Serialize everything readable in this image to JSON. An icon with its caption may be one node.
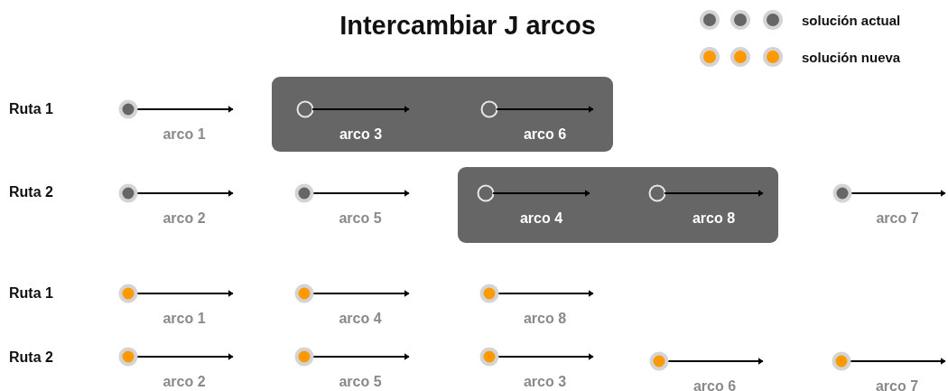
{
  "diagram": {
    "title": "Intercambiar J arcos",
    "nodes": [
      {
        "text": [],
        "shape": "circle"
      },
      {
        "text": [],
        "shape": "box"
      },
      {
        "text": [],
        "shape": "ring",
        "in": 1
      },
      {
        "text": [],
        "shape": "ring",
        "in": 1
      },
      {
        "text": [],
        "shape": "circle"
      },
      {
        "text": [],
        "shape": "circle"
      },
      {
        "text": [],
        "shape": "box"
      },
      {
        "text": [],
        "shape": "ring",
        "in": 6
      },
      {
        "text": [],
        "shape": "ring",
        "in": 6
      },
      {
        "text": [],
        "shape": "circle"
      },
      {
        "text": [],
        "shape": "circle"
      },
      {
        "text": [],
        "shape": "circle"
      },
      {
        "text": [],
        "shape": "circle"
      },
      {
        "text": [],
        "shape": "circle"
      },
      {
        "text": [],
        "shape": "circle"
      },
      {
        "text": [],
        "shape": "circle"
      },
      {
        "text": [],
        "shape": "circle"
      },
      {
        "text": [],
        "shape": "circle"
      }
    ],
    "edges": [
      {
        "from": 0,
        "to": null,
        "arrow": "to",
        "label": "arco 1"
      },
      {
        "from": 2,
        "to": null,
        "arrow": "to",
        "label": "arco 3"
      },
      {
        "from": 3,
        "to": null,
        "arrow": "to",
        "label": "arco 6"
      },
      {
        "from": 4,
        "to": null,
        "arrow": "to",
        "label": "arco 2"
      },
      {
        "from": 5,
        "to": null,
        "arrow": "to",
        "label": "arco 5"
      },
      {
        "from": 7,
        "to": null,
        "arrow": "to",
        "label": "arco 4"
      },
      {
        "from": 8,
        "to": null,
        "arrow": "to",
        "label": "arco 8"
      },
      {
        "from": 9,
        "to": null,
        "arrow": "to",
        "label": "arco 7"
      },
      {
        "from": 10,
        "to": null,
        "arrow": "to",
        "label": "arco 1"
      },
      {
        "from": 11,
        "to": null,
        "arrow": "to",
        "label": "arco 4"
      },
      {
        "from": 12,
        "to": null,
        "arrow": "to",
        "label": "arco 8"
      },
      {
        "from": 13,
        "to": null,
        "arrow": "to",
        "label": "arco 2"
      },
      {
        "from": 14,
        "to": null,
        "arrow": "to",
        "label": "arco 5"
      },
      {
        "from": 15,
        "to": null,
        "arrow": "to",
        "label": "arco 3"
      },
      {
        "from": 16,
        "to": null,
        "arrow": "to",
        "label": "arco 6"
      },
      {
        "from": 17,
        "to": null,
        "arrow": "to",
        "label": "arco 7"
      }
    ],
    "labels": [
      "Ruta 1",
      "Ruta 2",
      "Ruta 1",
      "Ruta 2"
    ],
    "legend": [
      {
        "text": "solución actual",
        "color": "#666666"
      },
      {
        "text": "solución nueva",
        "color": "#ff9900"
      }
    ]
  }
}
